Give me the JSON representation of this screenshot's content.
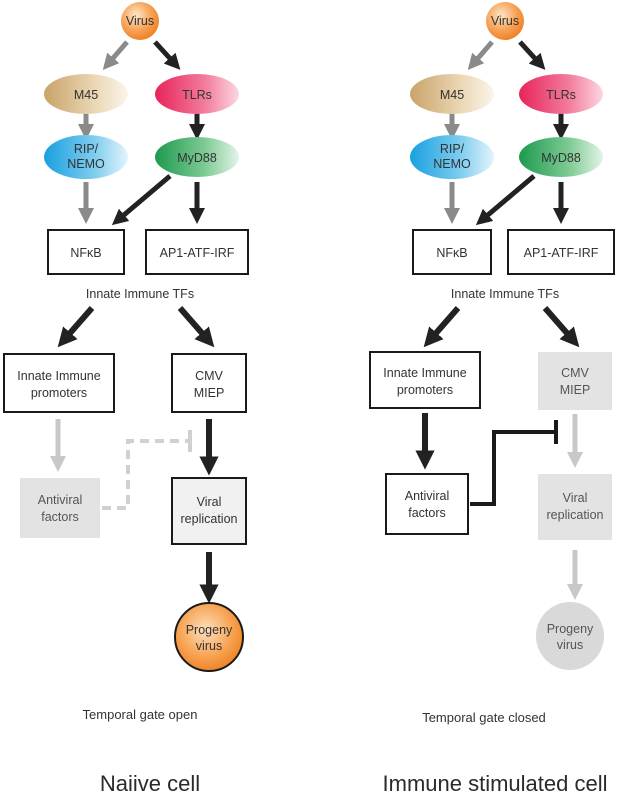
{
  "panels": [
    {
      "id": "naive",
      "nodes": {
        "virus": "Virus",
        "m45": "M45",
        "tlrs": "TLRs",
        "rip_line1": "RIP/",
        "rip_line2": "NEMO",
        "myd88": "MyD88",
        "nfkb": "NFκB",
        "ap1": "AP1-ATF-IRF",
        "tf_label": "Innate Immune TFs",
        "innate_line1": "Innate Immune",
        "innate_line2": "promoters",
        "cmv_line1": "CMV",
        "cmv_line2": "MIEP",
        "antiviral_line1": "Antiviral",
        "antiviral_line2": "factors",
        "viral_line1": "Viral",
        "viral_line2": "replication",
        "progeny_line1": "Progeny",
        "progeny_line2": "virus"
      },
      "caption": "Temporal gate open",
      "title": "Naiive cell"
    },
    {
      "id": "immune",
      "nodes": {
        "virus": "Virus",
        "m45": "M45",
        "tlrs": "TLRs",
        "rip_line1": "RIP/",
        "rip_line2": "NEMO",
        "myd88": "MyD88",
        "nfkb": "NFκB",
        "ap1": "AP1-ATF-IRF",
        "tf_label": "Innate Immune TFs",
        "innate_line1": "Innate Immune",
        "innate_line2": "promoters",
        "cmv_line1": "CMV",
        "cmv_line2": "MIEP",
        "antiviral_line1": "Antiviral",
        "antiviral_line2": "factors",
        "viral_line1": "Viral",
        "viral_line2": "replication",
        "progeny_line1": "Progeny",
        "progeny_line2": "virus"
      },
      "caption": "Temporal gate closed",
      "title": "Immune stimulated cell"
    }
  ],
  "colors": {
    "arrow_dark": "#222222",
    "arrow_grey": "#8a8a8a",
    "arrow_light": "#c8c8c8",
    "dashed_inhibit": "#d0d0d0",
    "progeny_active": "#f28a2e",
    "progeny_inactive": "#d9d9d9"
  }
}
